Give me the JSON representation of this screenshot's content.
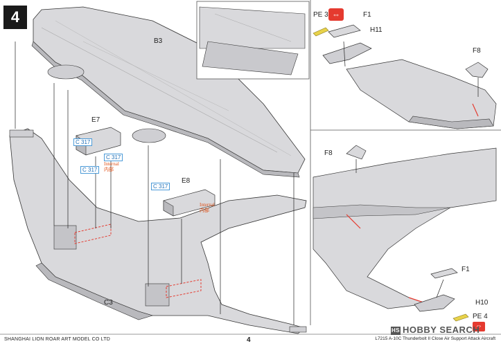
{
  "step": {
    "number": "4"
  },
  "labels": {
    "b3": "B3",
    "e7": "E7",
    "e8": "E8",
    "c3": "C3",
    "pe3": "PE 3",
    "f1_top": "F1",
    "h11": "H11",
    "f8_top": "F8",
    "f8_bottom": "F8",
    "f1_bottom": "F1",
    "h10": "H10",
    "pe4": "PE 4"
  },
  "callouts": {
    "c317_a": "C 317",
    "c317_b": "C 317",
    "c317_c": "C 317",
    "c317_d": "C 317",
    "internal_a": "Internal",
    "internal_a_cn": "内部",
    "internal_b": "Internal",
    "internal_b_cn": "内部"
  },
  "footer": {
    "company": "SHANGHAI LION ROAR ART MODEL CO LTD",
    "page": "4",
    "product": "L7215 A-10C Thunderbolt II Close Air Support Attack Aircraft"
  },
  "watermark": {
    "text": "HOBBY SEARCH"
  },
  "colors": {
    "part": "#d9d9dc",
    "part_dark": "#b9b9bd",
    "line": "#333333",
    "accent_red": "#e53a2f",
    "callout_blue": "#1d6fb8",
    "internal_orange": "#e0531a",
    "pe_yellow": "#e8d24a"
  }
}
